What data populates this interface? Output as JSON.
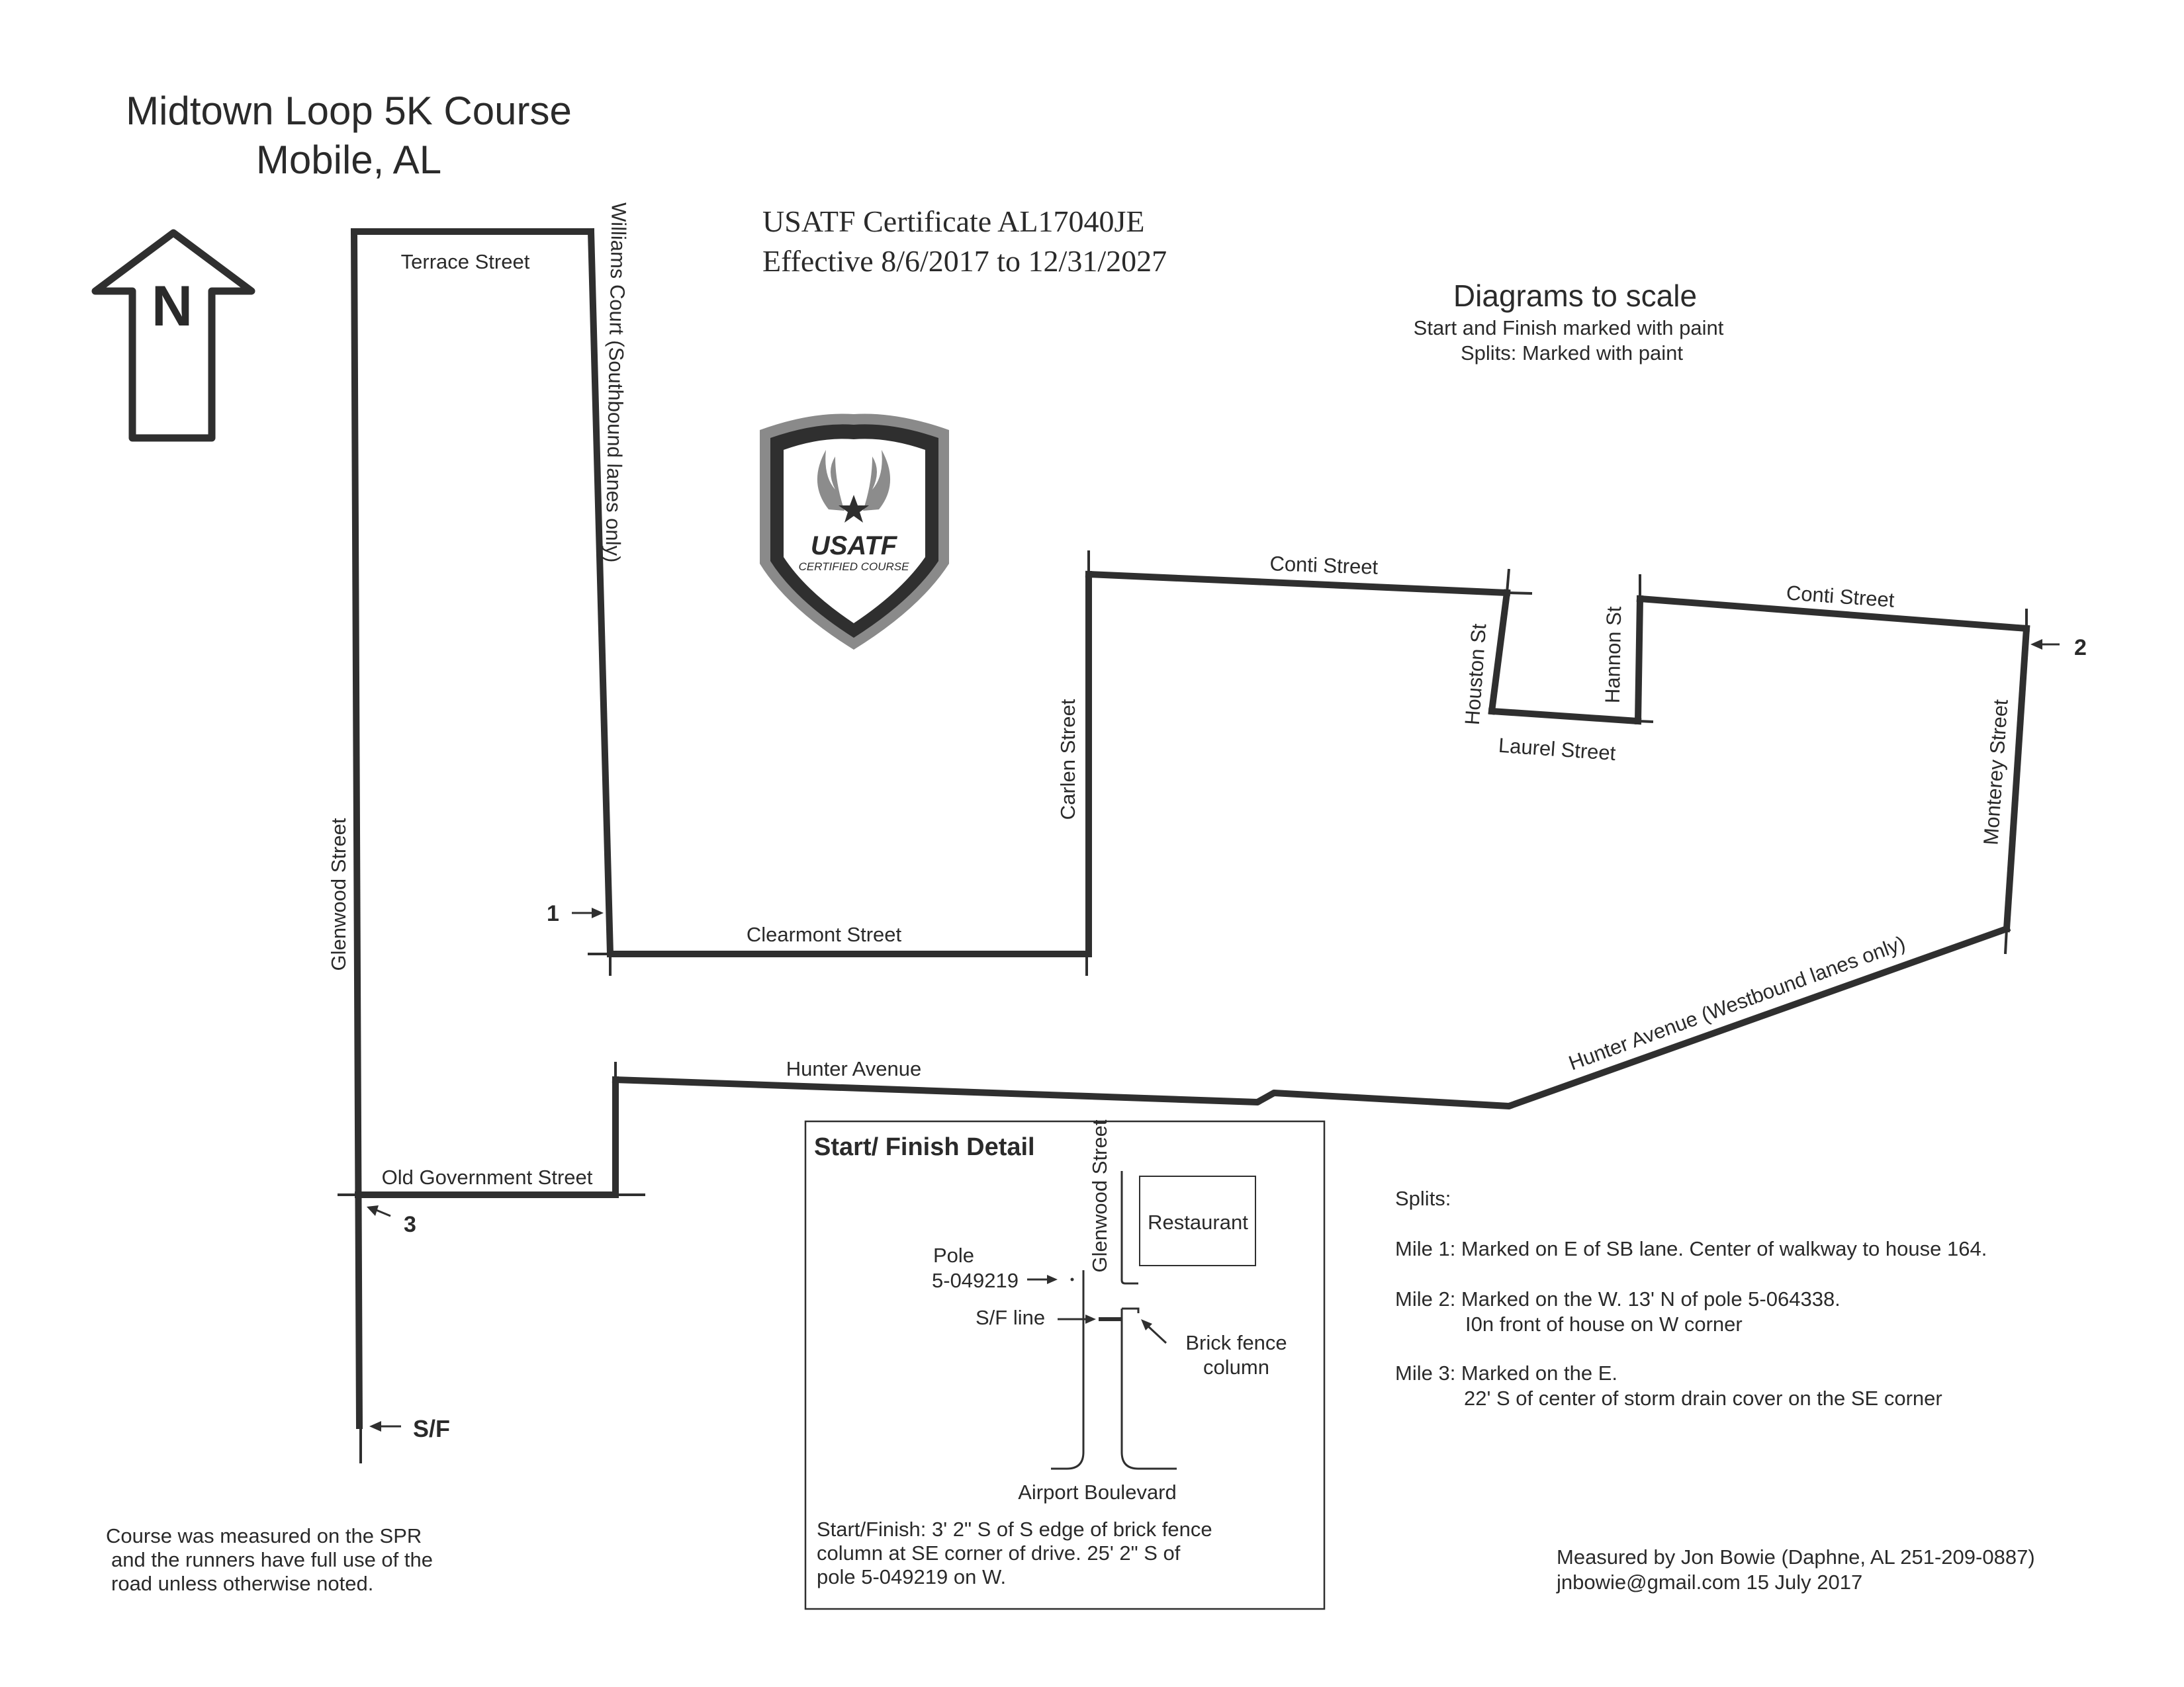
{
  "title_line1": "Midtown Loop 5K Course",
  "title_line2": "Mobile, AL",
  "certificate_line1": "USATF Certificate AL17040JE",
  "certificate_line2": "Effective 8/6/2017 to 12/31/2027",
  "scale_heading": "Diagrams to scale",
  "scale_note1": "Start and Finish marked with paint",
  "scale_note2": "Splits: Marked with paint",
  "north_letter": "N",
  "logo_text": "USATF",
  "logo_subtext": "CERTIFIED COURSE",
  "streets": {
    "terrace": "Terrace Street",
    "williams": "Williams Court (Southbound lanes only)",
    "glenwood": "Glenwood Street",
    "clearmont": "Clearmont Street",
    "carlen": "Carlen Street",
    "conti1": "Conti Street",
    "conti2": "Conti Street",
    "houston": "Houston St",
    "hannon": "Hannon St",
    "laurel": "Laurel Street",
    "monterey": "Monterey Street",
    "hunter": "Hunter Avenue",
    "hunter_wb": "Hunter Avenue (Westbound lanes only)",
    "old_gov": "Old Government Street"
  },
  "markers": {
    "mile1": "1",
    "mile2": "2",
    "mile3": "3",
    "sf": "S/F"
  },
  "detail": {
    "heading": "Start/ Finish Detail",
    "glenwood": "Glenwood Street",
    "restaurant": "Restaurant",
    "pole_line1": "Pole",
    "pole_line2": "5-049219",
    "sf_line": "S/F line",
    "brick_line1": "Brick fence",
    "brick_line2": "column",
    "airport": "Airport Boulevard",
    "desc_line1": "Start/Finish:  3' 2\" S of S edge of brick fence",
    "desc_line2": "column at SE corner of drive. 25' 2\" S of",
    "desc_line3": "pole 5-049219 on W."
  },
  "splits": {
    "heading": "Splits:",
    "mile1": "Mile 1: Marked on E of SB lane. Center of walkway to house 164.",
    "mile2_line1": "Mile 2: Marked on the W. 13' N of pole 5-064338.",
    "mile2_line2": "I0n front of house on W corner",
    "mile3_line1": "Mile 3: Marked on the E.",
    "mile3_line2": "22' S of center of storm drain cover on the SE corner"
  },
  "footer_left_line1": "Course was measured on the SPR",
  "footer_left_line2": "and the runners have full use of the",
  "footer_left_line3": "road unless otherwise noted.",
  "footer_right_line1": "Measured by Jon Bowie (Daphne, AL 251-209-0887)",
  "footer_right_line2": "jnbowie@gmail.com 15 July 2017"
}
